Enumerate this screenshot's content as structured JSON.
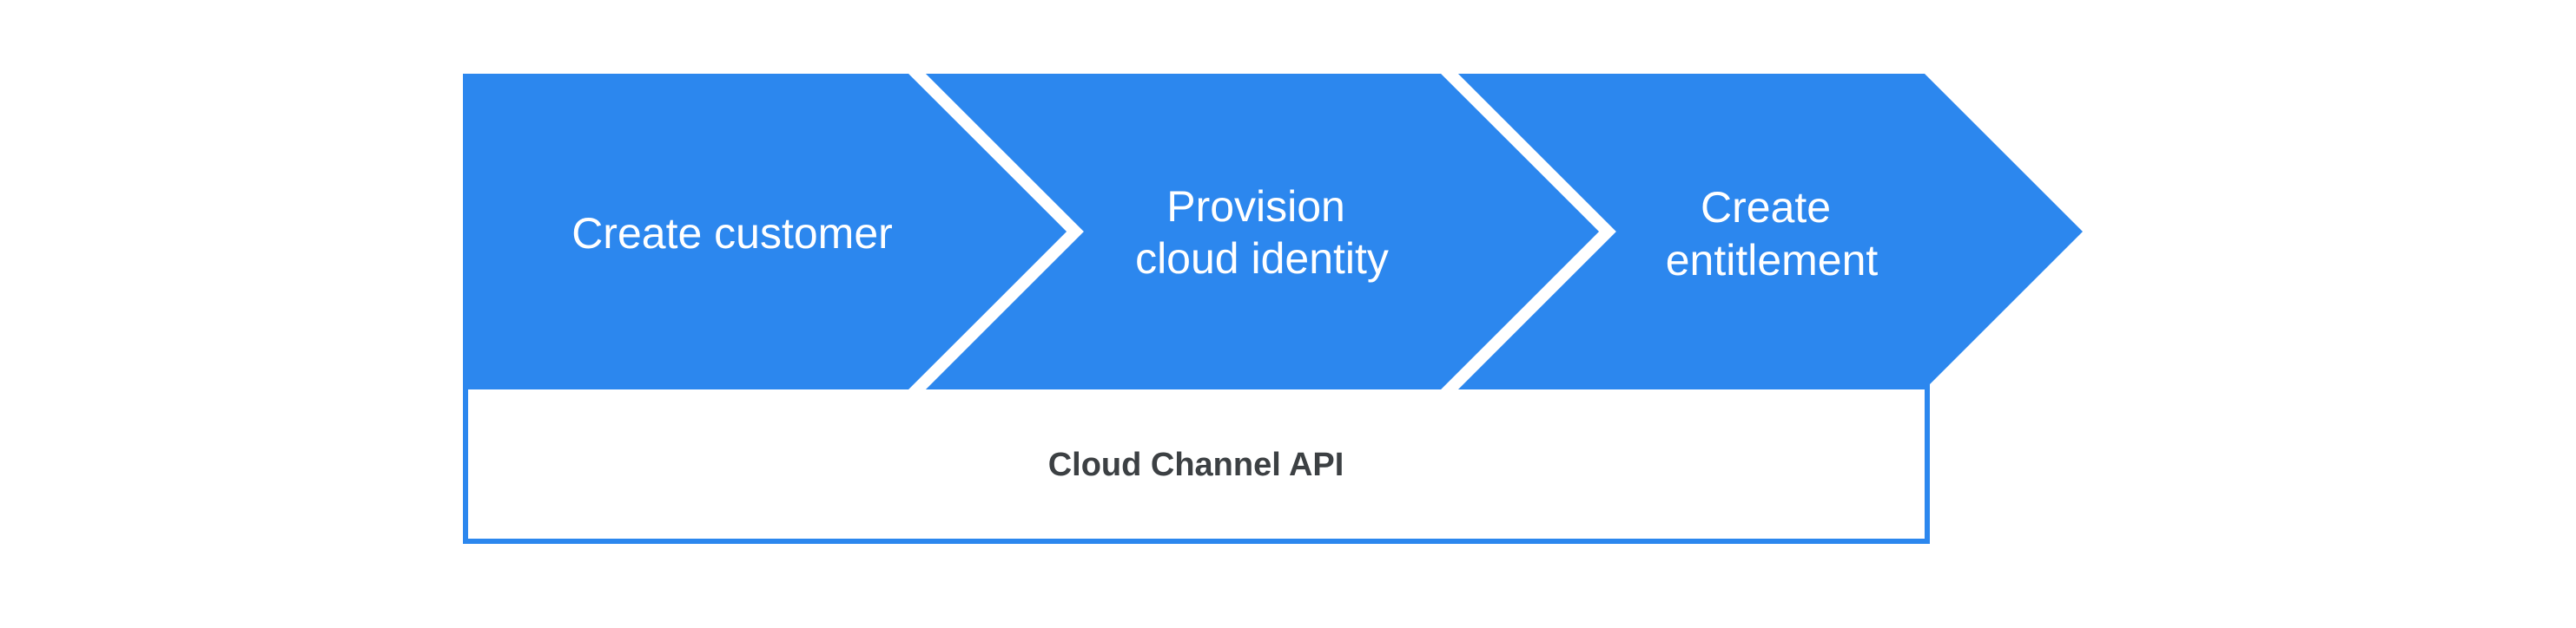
{
  "diagram": {
    "colors": {
      "blue": "#2c87ee",
      "label_text": "#ffffff",
      "api_text": "#3c4043",
      "background": "#ffffff"
    },
    "steps": [
      {
        "id": "create-customer",
        "lines": [
          "Create customer",
          ""
        ]
      },
      {
        "id": "provision-cloud-identity",
        "lines": [
          "Provision",
          "cloud identity"
        ]
      },
      {
        "id": "create-entitlement",
        "lines": [
          "Create",
          "entitlement"
        ]
      }
    ],
    "api_box": {
      "label": "Cloud Channel API"
    }
  }
}
